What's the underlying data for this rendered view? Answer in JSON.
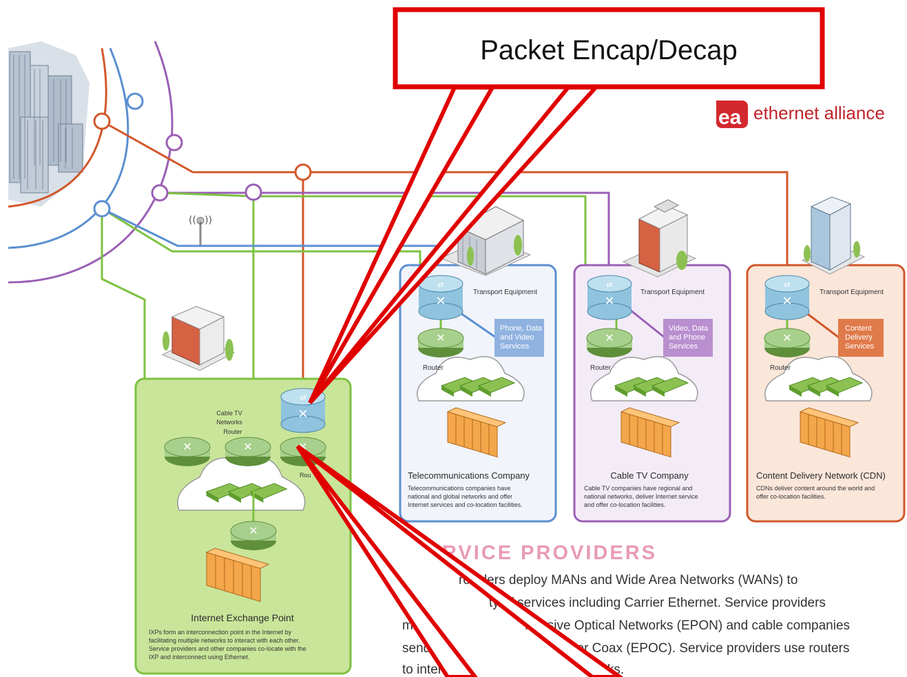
{
  "callout": {
    "label": "Packet Encap/Decap"
  },
  "brand": {
    "logo_letters": "ea",
    "name": "ethernet alliance",
    "color": "#d4282f"
  },
  "colors": {
    "orange": "#d2572a",
    "purple": "#9b5fb5",
    "blue": "#5b8fd0",
    "green": "#7dc242",
    "red": "#e00000"
  },
  "panels": {
    "ixp": {
      "title": "Internet Exchange Point",
      "desc": [
        "IXPs form an interconnection point in the Internet by",
        "facilitating multiple networks to interact with each other.",
        "Service providers and other companies co-locate with the",
        "IXP and interconnect using Ethernet."
      ],
      "label_cable": [
        "Cable TV",
        "Networks",
        "Router"
      ],
      "label_router": "Rou"
    },
    "telecom": {
      "title": "Telecommunications Company",
      "desc": [
        "Telecommunications companies have",
        "national and global networks and offer",
        "Internet services and co-location facilities."
      ],
      "transport": "Transport Equipment",
      "router": "Router",
      "service": [
        "Phone, Data",
        "and Video",
        "Services"
      ]
    },
    "cable": {
      "title": "Cable TV Company",
      "desc": [
        "Cable TV companies have regional and",
        "national networks, deliver Internet service",
        "and offer co-location facilities."
      ],
      "transport": "Transport Equipment",
      "router": "Router",
      "service": [
        "Video, Data",
        "and Phone",
        "Services"
      ]
    },
    "cdn": {
      "title": "Content Delivery Network (CDN)",
      "desc": [
        "CDNs deliver content around the world and",
        "offer co-location facilities."
      ],
      "transport": "Transport Equipment",
      "router": "Router",
      "service": [
        "Content",
        "Delivery",
        "Services"
      ]
    }
  },
  "service_providers": {
    "heading": "RVICE PROVIDERS",
    "lines": [
      "roviders deploy MANs and Wide Area Networks (WANs) to",
      "ty of services including Carrier Ethernet. Service providers",
      "Passive Optical Networks (EPON) and cable companies",
      "ver Coax (EPOC). Service providers use routers",
      "tworks."
    ],
    "fragments": [
      "d",
      "may",
      "send",
      "E",
      "to interc"
    ]
  }
}
